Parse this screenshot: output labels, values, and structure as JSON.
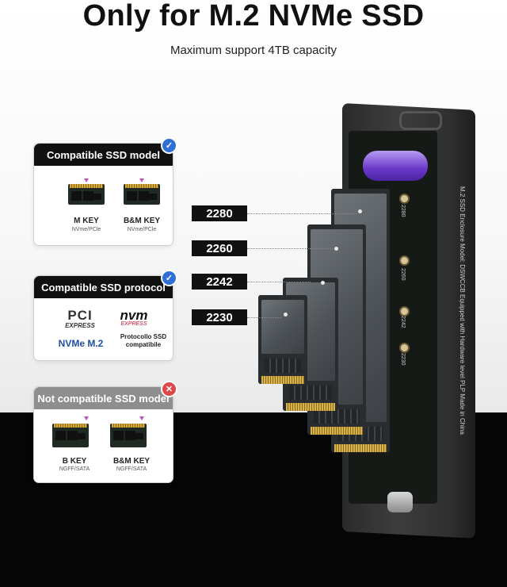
{
  "header": {
    "title": "Only for M.2 NVMe SSD",
    "subtitle": "Maximum support 4TB capacity"
  },
  "cards": {
    "compatible_model": {
      "title": "Compatible SSD model",
      "items": [
        {
          "key": "M KEY",
          "sub": "NVme/PCle"
        },
        {
          "key": "B&M KEY",
          "sub": "NVme/PCle"
        }
      ]
    },
    "compatible_protocol": {
      "title": "Compatible SSD protocol",
      "pci_logo": "PCI",
      "pci_logo_sub": "EXPRESS",
      "nvm_logo": "nvm",
      "nvm_logo_sub": "EXPRESS",
      "label_left": "NVMe M.2",
      "label_right": "Protocollo SSD compatibile"
    },
    "not_compatible_model": {
      "title": "Not compatible SSD model",
      "items": [
        {
          "key": "B KEY",
          "sub": "NGFF/SATA"
        },
        {
          "key": "B&M KEY",
          "sub": "NGFF/SATA"
        }
      ]
    }
  },
  "sizes": [
    "2280",
    "2260",
    "2242",
    "2230"
  ],
  "enclosure": {
    "side_text": "M.2 SSD Enclosure  Model: DSWCCB  Equipped with Hardware level PLP  Made in China",
    "mount_marks": [
      "2280",
      "2260",
      "2242",
      "2230"
    ]
  },
  "colors": {
    "ok_badge": "#2f6fd6",
    "no_badge": "#e0474b",
    "header_bar": "#111111"
  },
  "icons": {
    "ok": "check-circle-icon",
    "no": "x-circle-icon"
  }
}
